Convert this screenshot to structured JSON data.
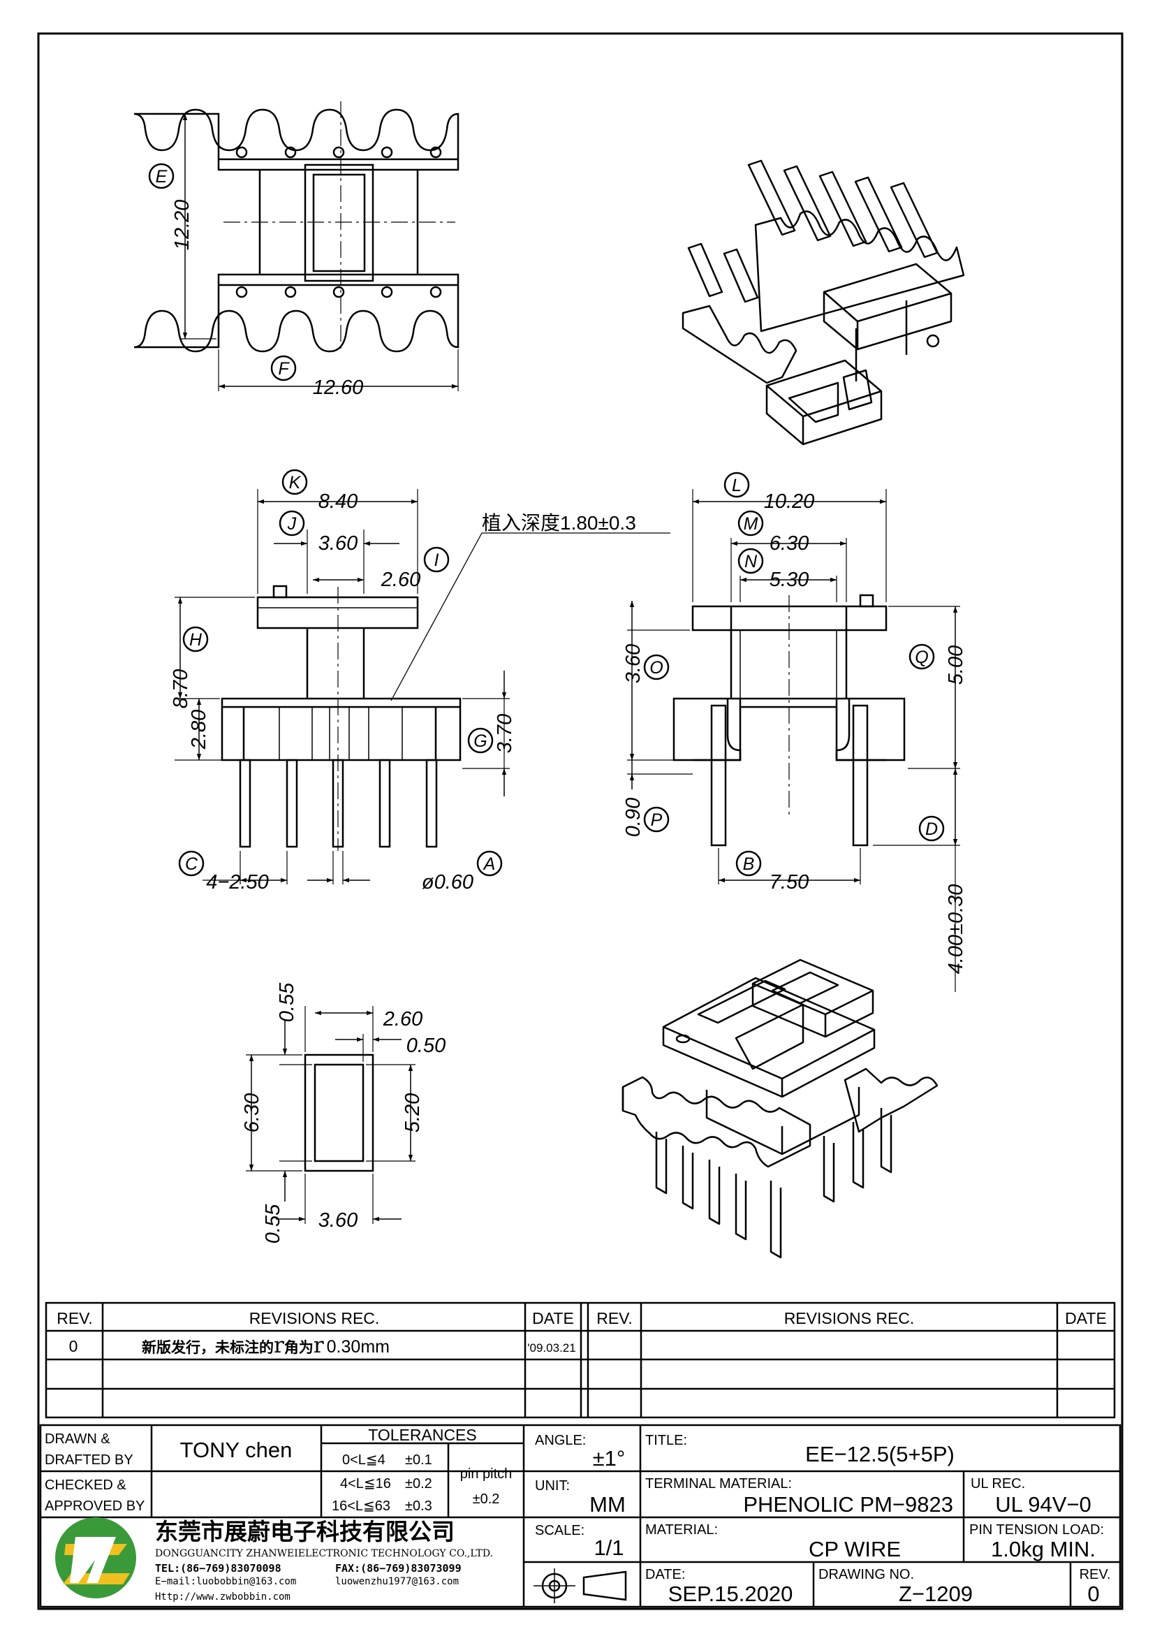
{
  "drawing": {
    "top_view": {
      "dims": {
        "height": "12.20",
        "width": "12.60"
      },
      "labels": {
        "e": "E",
        "f": "F"
      }
    },
    "front_view": {
      "dims": {
        "k": "8.40",
        "j": "3.60",
        "i": "2.60",
        "h": "8.70",
        "base": "2.80",
        "g": "3.70",
        "pitch": "4−2.50",
        "pin_dia": "ø0.60"
      },
      "labels": {
        "k": "K",
        "j": "J",
        "i": "I",
        "h": "H",
        "g": "G",
        "c": "C",
        "a": "A"
      },
      "note": "植入深度1.80±0.3"
    },
    "side_view": {
      "dims": {
        "l": "10.20",
        "m": "6.30",
        "n": "5.30",
        "o": "3.60",
        "q": "5.00",
        "p": "0.90",
        "b": "7.50",
        "d": "4.00±0.30"
      },
      "labels": {
        "l": "L",
        "m": "M",
        "n": "N",
        "o": "O",
        "q": "Q",
        "p": "P",
        "b": "B",
        "d": "D"
      }
    },
    "window_view": {
      "dims": {
        "w_outer": "2.60",
        "wall": "0.50",
        "h_outer": "6.30",
        "h_inner": "5.20",
        "top_gap": "0.55",
        "bottom_gap": "0.55",
        "width": "3.60"
      }
    }
  },
  "revision_table": {
    "headers": {
      "rev": "REV.",
      "revisions": "REVISIONS    REC.",
      "date": "DATE",
      "rev2": "REV.",
      "revisions2": "REVISIONS    REC.",
      "date2": "DATE"
    },
    "rows": [
      {
        "rev": "0",
        "text_cn": "新版发行，未标注的",
        "text_r1": "r",
        "text_cn2": "角为",
        "text_r2": "r",
        "text_val": "0.30mm",
        "date": "'09.03.21"
      }
    ]
  },
  "title_block": {
    "drawn_label1": "DRAWN  &",
    "drawn_label2": "DRAFTED BY",
    "drawn_value": "TONY  chen",
    "checked_label1": "CHECKED  &",
    "checked_label2": "APPROVED  BY",
    "checked_value": "",
    "tolerances": {
      "title": "TOLERANCES",
      "rows": [
        {
          "range": "0<L≦4",
          "tol": "±0.1"
        },
        {
          "range": "4<L≦16",
          "tol": "±0.2"
        },
        {
          "range": "16<L≦63",
          "tol": "±0.3"
        }
      ],
      "pin_pitch_label": "pin  pitch",
      "pin_pitch_value": "±0.2"
    },
    "angle_label": "ANGLE:",
    "angle_value": "±1°",
    "unit_label": "UNIT:",
    "unit_value": "MM",
    "scale_label": "SCALE:",
    "scale_value": "1/1",
    "title_label": "TITLE:",
    "title_value": "EE−12.5(5+5P)",
    "terminal_label": "TERMINAL  MATERIAL:",
    "terminal_value": "PHENOLIC  PM−9823",
    "ul_label": "UL  REC.",
    "ul_value": "UL  94V−0",
    "material_label": "MATERIAL:",
    "material_value": "CP  WIRE",
    "pin_tension_label": "PIN  TENSION  LOAD:",
    "pin_tension_value": "1.0kg  MIN.",
    "date_label": "DATE:",
    "date_value": "SEP.15.2020",
    "drawing_no_label": "DRAWING  NO.",
    "drawing_no_value": "Z−1209",
    "rev_label": "REV.",
    "rev_value": "0",
    "company": {
      "name_cn": "东莞市展蔚电子科技有限公司",
      "name_en": "DONGGUANCITY  ZHANWEIELECTRONIC  TECHNOLOGY  CO.,LTD.",
      "tel": "TEL:(86−769)83070098",
      "fax": "FAX:(86−769)83073099",
      "email": "E−mail:luobobbin@163.com",
      "email2": "luowenzhu1977@163.com",
      "web": "Http://www.zwbobbin.com",
      "logo_text": "ZW"
    },
    "colors": {
      "logo_green": "#3a9a3a",
      "logo_yellow": "#f0c020"
    }
  }
}
